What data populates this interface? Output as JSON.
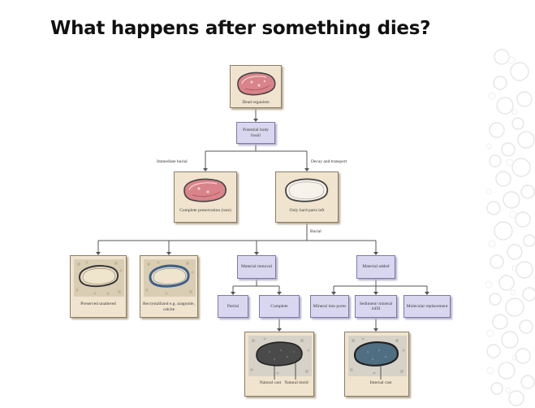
{
  "title": "What happens after something dies?",
  "diagram": {
    "dead_organism": "Dead organism",
    "potential_body_fossil": "Potential body fossil",
    "branch_immediate_burial": "Immediate burial",
    "branch_decay_transport": "Decay and transport",
    "complete_preservation": "Complete preservation (rare)",
    "only_hard_parts": "Only hard parts left",
    "branch_burial": "Burial",
    "preserved_unaltered": "Preserved unaltered",
    "recrystallized": "Recrystallized e.g. aragonite, calcite",
    "material_removal": "Material removal",
    "material_added": "Material added",
    "partial": "Partial",
    "complete": "Complete",
    "mineral_into_pores": "Mineral into pores",
    "sediment_mineral_infill": "Sediment/ mineral infill",
    "molecular_replacement": "Molecular replacement",
    "natural_cast": "Natural cast",
    "natural_mold": "Natural mold",
    "internal_cast": "Internal cast"
  },
  "colors": {
    "tan_box": "#f0e4cf",
    "purple_box": "#d9d6ef",
    "organism_pink": "#d9848a",
    "recrystallized_ring": "#3f5f86",
    "cast_dark": "#4a4a4a",
    "internal_cast_blue": "#4f6e82",
    "line": "#555555"
  },
  "icons": [
    "fossil-shell-icon",
    "bubble-decoration"
  ]
}
